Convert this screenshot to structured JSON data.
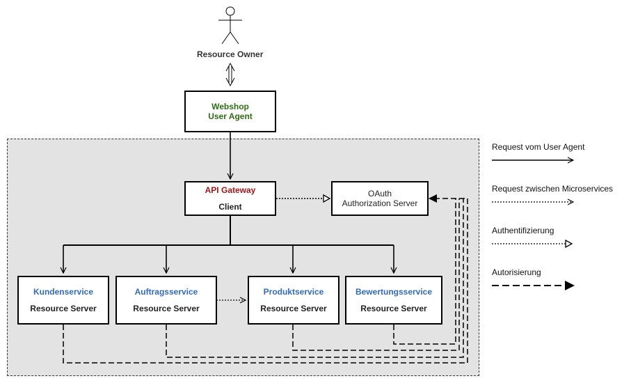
{
  "colors": {
    "webshop_text": "#2e6e12",
    "gateway_text": "#a31515",
    "service_text": "#2f6bbf",
    "zone_fill": "#e3e3e3"
  },
  "actor": {
    "label": "Resource Owner"
  },
  "webshop": {
    "line1": "Webshop",
    "line2": "User Agent"
  },
  "gateway": {
    "line1": "API Gateway",
    "line2": "Client"
  },
  "oauth": {
    "line1": "OAuth",
    "line2": "Authorization Server"
  },
  "services": [
    {
      "name": "Kundenservice",
      "role": "Resource Server"
    },
    {
      "name": "Auftragsservice",
      "role": "Resource Server"
    },
    {
      "name": "Produktservice",
      "role": "Resource Server"
    },
    {
      "name": "Bewertungsservice",
      "role": "Resource Server"
    }
  ],
  "legend": {
    "user_agent": "Request vom User Agent",
    "microservices": "Request zwischen Microservices",
    "authentication": "Authentifizierung",
    "authorization": "Autorisierung"
  }
}
